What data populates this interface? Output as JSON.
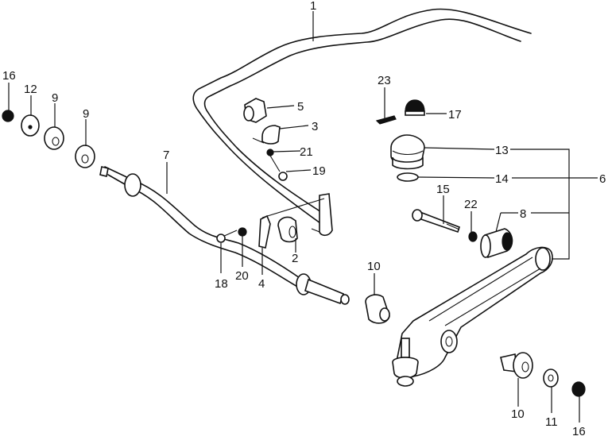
{
  "diagram": {
    "callouts": [
      {
        "id": "c1",
        "text": "1"
      },
      {
        "id": "c2",
        "text": "2"
      },
      {
        "id": "c3",
        "text": "3"
      },
      {
        "id": "c4",
        "text": "4"
      },
      {
        "id": "c5",
        "text": "5"
      },
      {
        "id": "c6",
        "text": "6"
      },
      {
        "id": "c7",
        "text": "7"
      },
      {
        "id": "c8",
        "text": "8"
      },
      {
        "id": "c9a",
        "text": "9"
      },
      {
        "id": "c9b",
        "text": "9"
      },
      {
        "id": "c10a",
        "text": "10"
      },
      {
        "id": "c10b",
        "text": "10"
      },
      {
        "id": "c11",
        "text": "11"
      },
      {
        "id": "c12",
        "text": "12"
      },
      {
        "id": "c13",
        "text": "13"
      },
      {
        "id": "c14",
        "text": "14"
      },
      {
        "id": "c15",
        "text": "15"
      },
      {
        "id": "c16a",
        "text": "16"
      },
      {
        "id": "c16b",
        "text": "16"
      },
      {
        "id": "c17",
        "text": "17"
      },
      {
        "id": "c18",
        "text": "18"
      },
      {
        "id": "c19",
        "text": "19"
      },
      {
        "id": "c20",
        "text": "20"
      },
      {
        "id": "c21",
        "text": "21"
      },
      {
        "id": "c22",
        "text": "22"
      },
      {
        "id": "c23",
        "text": "23"
      }
    ],
    "colors": {
      "ink": "#111111",
      "paper": "#ffffff"
    }
  }
}
